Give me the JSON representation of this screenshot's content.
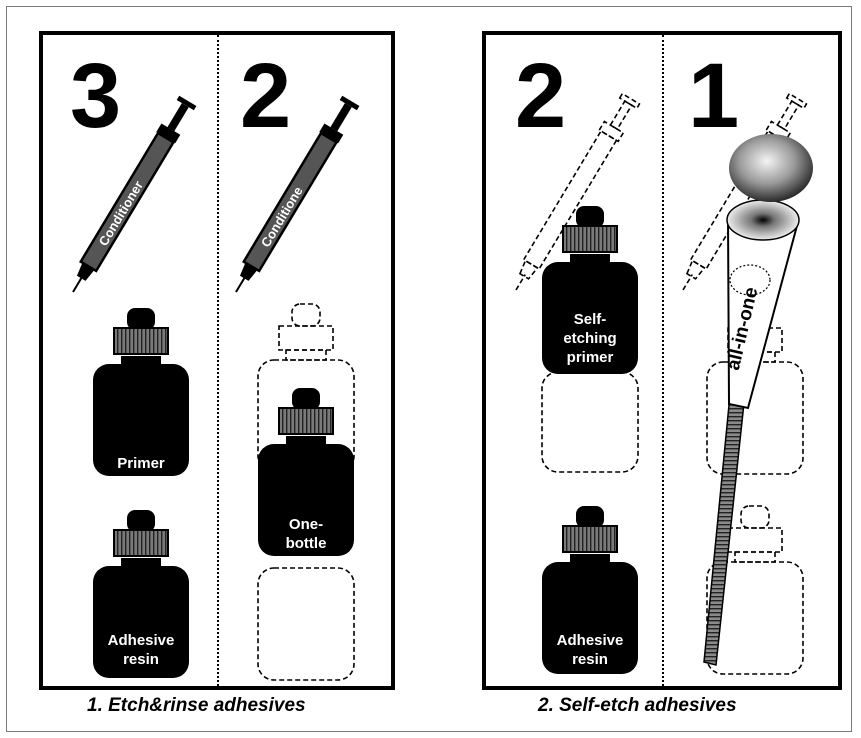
{
  "step_counts": {
    "etch_rinse_three": "3",
    "etch_rinse_two": "2",
    "self_etch_two": "2",
    "self_etch_one": "1"
  },
  "labels": {
    "conditioner": "Conditioner",
    "conditioner_cut": "Conditione",
    "primer": "Primer",
    "adhesive": "Adhesive",
    "resin": "resin",
    "one": "One-",
    "bottle": "bottle",
    "self": "Self-",
    "etching": "etching",
    "primer_lower": "primer",
    "all_in_one": "all-in-one"
  },
  "captions": {
    "etch_rinse": "1. Etch&rinse adhesives",
    "self_etch": "2. Self-etch adhesives"
  },
  "colors": {
    "ink": "#000000",
    "syringe_fill": "#555555",
    "cap_fill": "#7a7a7a",
    "background": "#ffffff"
  }
}
